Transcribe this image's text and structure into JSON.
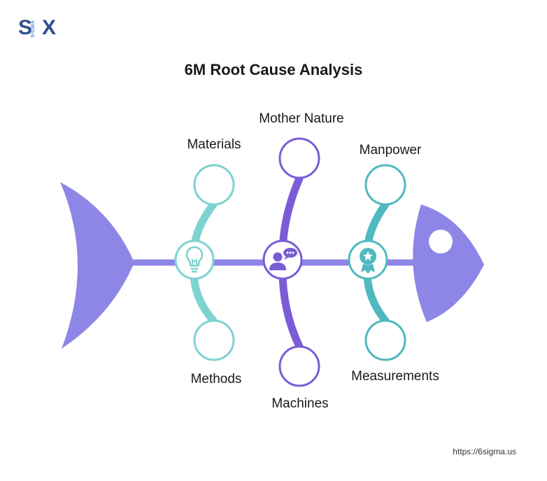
{
  "logo": {
    "text_s": "S",
    "text_x": "X",
    "text_sigma": "SIGMA"
  },
  "title": "6M Root Cause Analysis",
  "categories": {
    "materials": "Materials",
    "mother_nature": "Mother Nature",
    "manpower": "Manpower",
    "methods": "Methods",
    "machines": "Machines",
    "measurements": "Measurements"
  },
  "footer": {
    "url": "https://6sigma.us"
  },
  "colors": {
    "purple": "#8e86e6",
    "violet": "#7a5cd6",
    "teal_light": "#7dd3d0",
    "teal": "#4fb8c0",
    "white": "#ffffff"
  },
  "icons": {
    "left_node": "lightbulb-icon",
    "center_node": "person-chat-icon",
    "right_node": "award-badge-icon"
  }
}
